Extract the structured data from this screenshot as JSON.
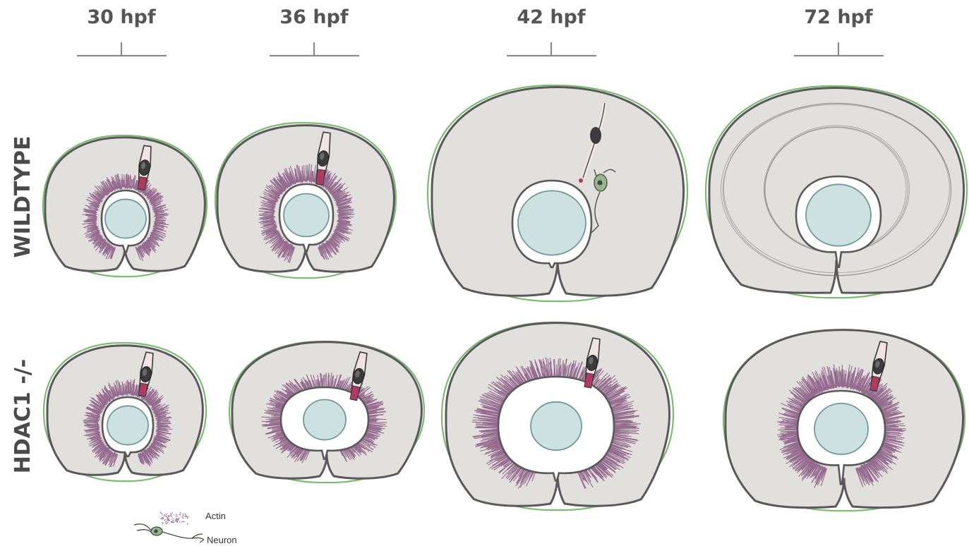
{
  "columns": [
    {
      "label": "30 hpf"
    },
    {
      "label": "36 hpf"
    },
    {
      "label": "42 hpf"
    },
    {
      "label": "72 hpf"
    }
  ],
  "rows": [
    {
      "label": "WILDTYPE"
    },
    {
      "label": "HDAC1 -/-"
    }
  ],
  "legend": [
    {
      "label": "Actin",
      "icon": "actin-swatch-icon"
    },
    {
      "label": "Neuron",
      "icon": "neuron-icon"
    }
  ],
  "colors": {
    "retina": "#e1e0dc",
    "outline": "#5a585a",
    "outer_membrane": "#7dbb72",
    "lens": "#cde1e0",
    "actin": "#8d5f86",
    "cell_body": "#f0e4e4",
    "cell_foot": "#b03a62",
    "nucleus": "#3b3b3b",
    "neuron": "#9ab58e"
  }
}
